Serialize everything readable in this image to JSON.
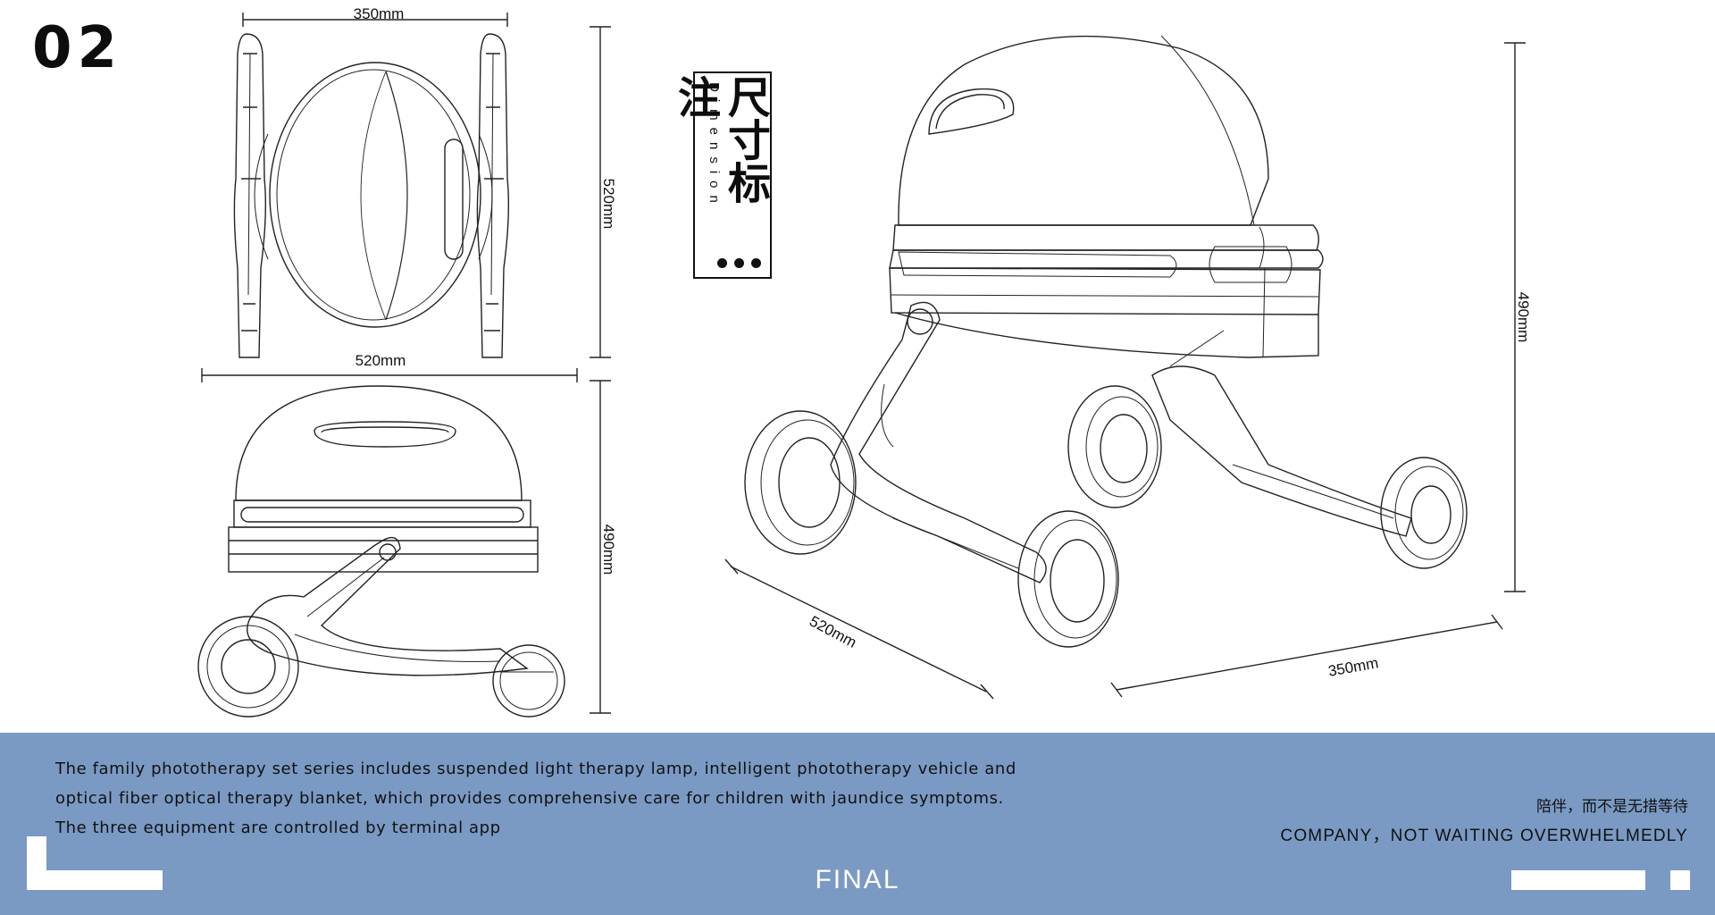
{
  "page_number": "02",
  "title": {
    "cn": "尺寸标注",
    "en": "Dimension"
  },
  "dimensions": {
    "top_view_width": "350mm",
    "top_view_depth": "520mm",
    "side_view_length": "520mm",
    "side_view_height": "490mm",
    "iso_height": "490mm",
    "iso_depth": "520mm",
    "iso_width": "350mm"
  },
  "footer": {
    "description_lines": [
      "The family phototherapy set series includes suspended light therapy lamp, intelligent phototherapy vehicle and",
      "optical fiber optical therapy blanket, which provides comprehensive care for children with jaundice symptoms.",
      "The three equipment are controlled by terminal app"
    ],
    "slogan_cn": "陪伴，而不是无措等待",
    "slogan_en": "COMPANY，NOT WAITING OVERWHELMEDLY",
    "label": "FINAL",
    "background_color": "#7a9ac4"
  }
}
